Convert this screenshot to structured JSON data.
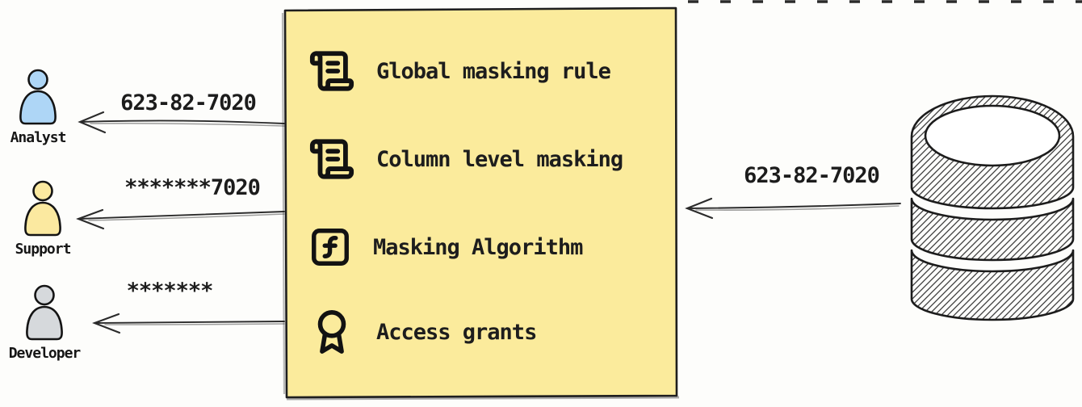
{
  "canvas": {
    "background": "#FDFDFB"
  },
  "masking_box": {
    "background": "#FBEB9C",
    "border_color": "#1E1E1E",
    "items": [
      {
        "icon": "scroll-text-icon",
        "label": "Global masking rule"
      },
      {
        "icon": "scroll-text-icon",
        "label": "Column level masking"
      },
      {
        "icon": "function-square-icon",
        "label": "Masking Algorithm"
      },
      {
        "icon": "award-icon",
        "label": "Access grants"
      }
    ]
  },
  "database": {
    "icon": "database-icon",
    "outgoing_value": "623-82-7020"
  },
  "consumers": [
    {
      "role": "Analyst",
      "received_value": "623-82-7020",
      "icon_color": "#AED6F6"
    },
    {
      "role": "Support",
      "received_value": "*******7020",
      "icon_color": "#FBE9A0"
    },
    {
      "role": "Developer",
      "received_value": "*******",
      "icon_color": "#D6D9DC"
    }
  ]
}
